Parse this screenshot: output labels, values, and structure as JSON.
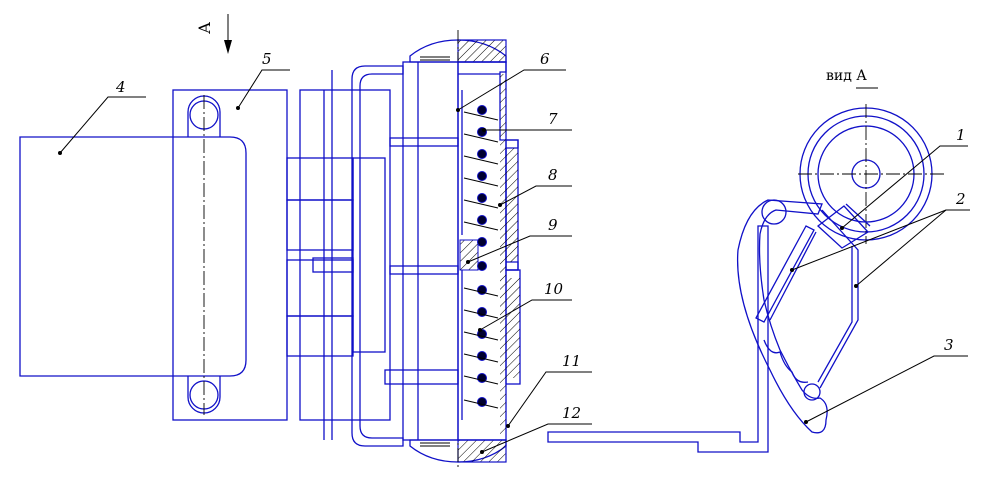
{
  "view_arrow_label": "А",
  "view_label": "вид А",
  "callouts": [
    {
      "id": "1",
      "text": "1"
    },
    {
      "id": "2",
      "text": "2"
    },
    {
      "id": "3",
      "text": "3"
    },
    {
      "id": "4",
      "text": "4"
    },
    {
      "id": "5",
      "text": "5"
    },
    {
      "id": "6",
      "text": "6"
    },
    {
      "id": "7",
      "text": "7"
    },
    {
      "id": "8",
      "text": "8"
    },
    {
      "id": "9",
      "text": "9"
    },
    {
      "id": "10",
      "text": "10"
    },
    {
      "id": "11",
      "text": "11"
    },
    {
      "id": "12",
      "text": "12"
    }
  ],
  "colors": {
    "outline": "#1010c8",
    "leader": "#000000"
  }
}
